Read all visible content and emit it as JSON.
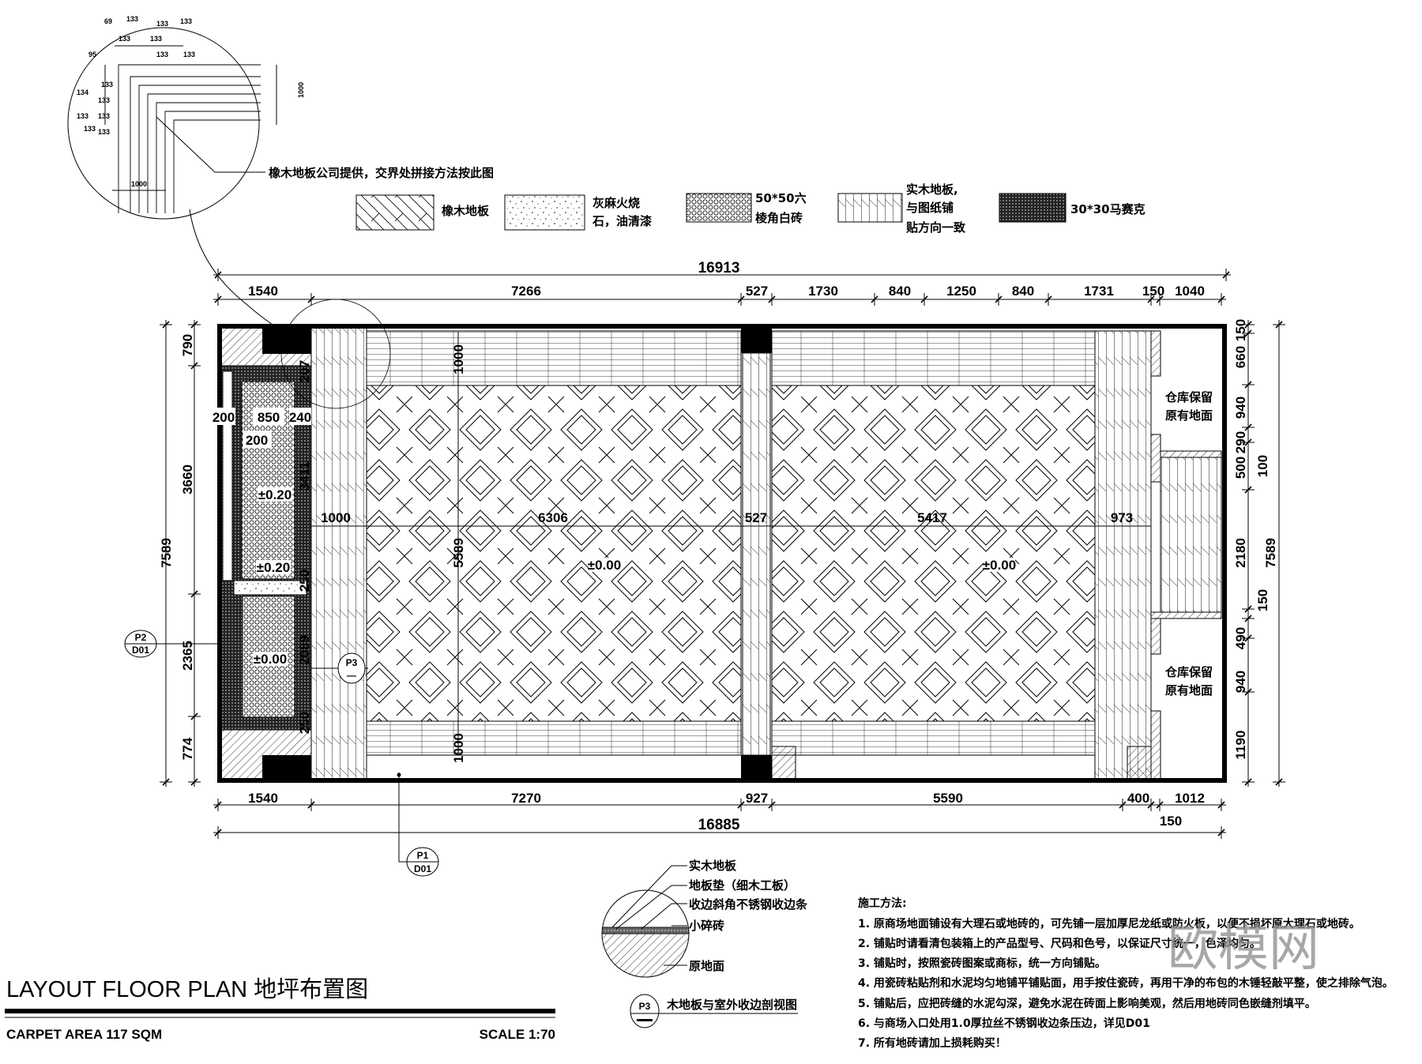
{
  "detail": {
    "dims_small": [
      "69",
      "133",
      "133",
      "133",
      "133",
      "133",
      "133",
      "133",
      "95",
      "133",
      "134",
      "133",
      "133",
      "133",
      "133",
      "133"
    ],
    "dim_1000_v": "1000",
    "dim_1000_h": "1000",
    "note": "橡木地板公司提供，交界处拼接方法按此图"
  },
  "legend": [
    {
      "icon": "oak-herringbone-swatch",
      "label": [
        "橡木地板"
      ]
    },
    {
      "icon": "granite-speckle-swatch",
      "label": [
        "灰麻火烧",
        "石，油清漆"
      ]
    },
    {
      "icon": "hex-tile-swatch",
      "label": [
        "50*50六",
        "棱角白砖"
      ]
    },
    {
      "icon": "solid-wood-swatch",
      "label": [
        "实木地板,",
        "与图纸铺",
        "贴方向一致"
      ]
    },
    {
      "icon": "mosaic-swatch",
      "label": [
        "30*30马赛克"
      ]
    }
  ],
  "top_dims": {
    "total": "16913",
    "segments": [
      "1540",
      "7266",
      "527",
      "1730",
      "840",
      "1250",
      "840",
      "1731",
      "150",
      "1040"
    ]
  },
  "bottom_dims": {
    "total": "16885",
    "segments": [
      "1540",
      "7270",
      "927",
      "5590",
      "400",
      "1012"
    ],
    "extra": "150"
  },
  "left_dims": {
    "total": "7589",
    "segments": [
      "790",
      "3660",
      "2365",
      "774"
    ]
  },
  "right_dims": {
    "total": "7589",
    "segments": [
      "150",
      "660",
      "940",
      "290",
      "500",
      "2180",
      "490",
      "940",
      "1190"
    ],
    "extra": [
      "100",
      "150"
    ]
  },
  "plan": {
    "inner_dims": [
      "200",
      "850",
      "240",
      "200",
      "3411",
      "207",
      "250",
      "2089",
      "250"
    ],
    "row_dims": [
      "1000",
      "6306",
      "527",
      "5417",
      "973"
    ],
    "vert_dims": [
      "1000",
      "5589",
      "1000"
    ],
    "levels": [
      "±0.20",
      "±0.20",
      "±0.00",
      "±0.00",
      "±0.00"
    ],
    "rooms": [
      [
        "仓库保留",
        "原有地面"
      ],
      [
        "仓库保留",
        "原有地面"
      ]
    ]
  },
  "callouts": {
    "p2": {
      "top": "P2",
      "bottom": "D01"
    },
    "p1": {
      "top": "P1",
      "bottom": "D01"
    },
    "p3": {
      "top": "P3",
      "bottom": "—"
    }
  },
  "section": {
    "labels": [
      "实木地板",
      "地板垫（细木工板）",
      "收边斜角不锈钢收边条",
      "小碎砖",
      "原地面"
    ],
    "tag": "P3",
    "title": "木地板与室外收边剖视图"
  },
  "notes": {
    "title": "施工方法:",
    "items": [
      "1. 原商场地面铺设有大理石或地砖的，可先铺一层加厚尼龙纸或防火板，以便不损坏原大理石或地砖。",
      "2. 铺贴时请看清包装箱上的产品型号、尺码和色号，以保证尺寸统一，色泽均匀。",
      "3. 铺贴时，按照瓷砖图案或商标，统一方向铺贴。",
      "4. 用瓷砖粘贴剂和水泥均匀地铺平铺贴面，用手按住瓷砖，再用干净的布包的木锤轻敲平整，使之排除气泡。",
      "5. 铺贴后，应把砖缝的水泥勾深，避免水泥在砖面上影响美观，然后用地砖同色嵌缝剂填平。",
      "6. 与商场入口处用1.0厚拉丝不锈钢收边条压边，详见D01",
      "7. 所有地砖请加上损耗购买！"
    ]
  },
  "title_block": {
    "title": "LAYOUT FLOOR PLAN  地坪布置图",
    "area": "CARPET AREA 117 SQM",
    "scale": "SCALE 1:70"
  },
  "watermark": "欧模网",
  "colors": {
    "ink": "#000000",
    "paper": "#ffffff",
    "watermark": "#8a8a8a"
  }
}
